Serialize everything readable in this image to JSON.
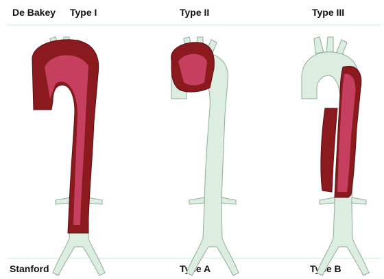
{
  "header": {
    "classification": "De Bakey",
    "types": [
      "Type I",
      "Type II",
      "Type III"
    ]
  },
  "footer": {
    "classification": "Stanford",
    "types": [
      "Type A",
      "Type B"
    ]
  },
  "colors": {
    "aorta_normal": "#dbeedf",
    "aorta_outline": "#8fa99a",
    "dissection_dark": "#8b1a1f",
    "dissection_light": "#cc4466",
    "rule": "#cfe8d6"
  }
}
